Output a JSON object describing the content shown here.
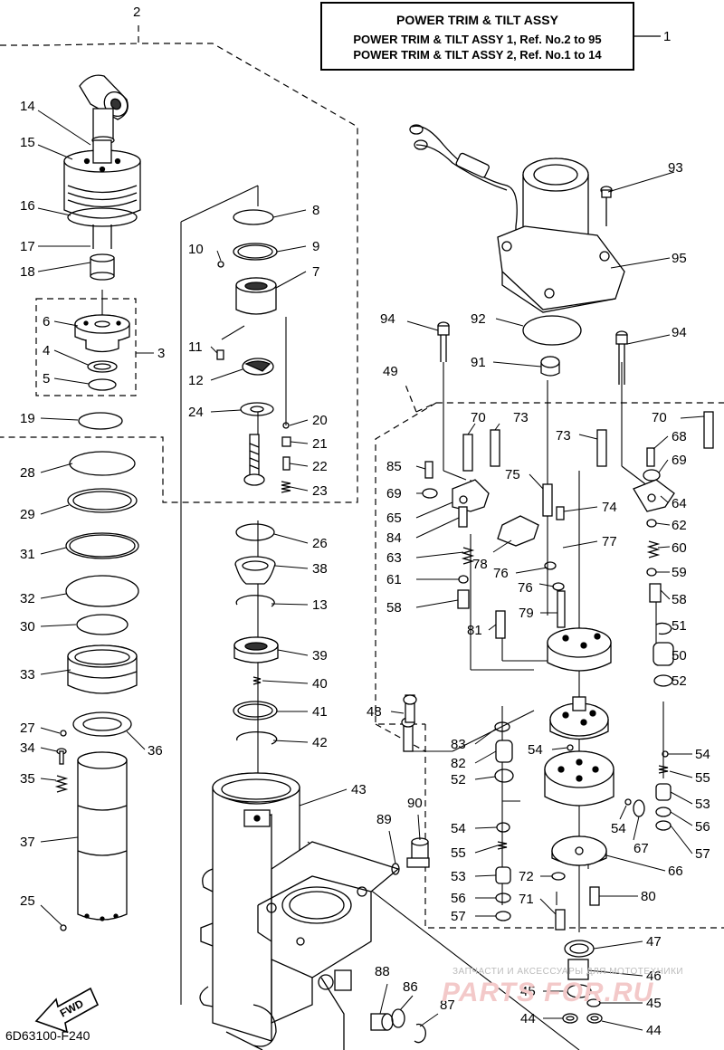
{
  "title_box": {
    "title": "POWER TRIM & TILT ASSY",
    "line1": "POWER TRIM & TILT ASSY 1,  Ref. No.2 to 95",
    "line2": "POWER TRIM & TILT ASSY 2,  Ref. No.1 to 14"
  },
  "diagram_code": "6D63100-F240",
  "fwd_label": "FWD",
  "watermark": {
    "text": "ЗАПЧАСТИ И АКСЕССУАРЫ ДЛЯ МОТОТЕХНИКИ",
    "logo": "PARTS FOR.RU"
  },
  "callouts": [
    {
      "id": "c1",
      "label": "1"
    },
    {
      "id": "c2",
      "label": "2"
    },
    {
      "id": "c3",
      "label": "3"
    },
    {
      "id": "c4",
      "label": "4"
    },
    {
      "id": "c5",
      "label": "5"
    },
    {
      "id": "c6",
      "label": "6"
    },
    {
      "id": "c7",
      "label": "7"
    },
    {
      "id": "c8",
      "label": "8"
    },
    {
      "id": "c9",
      "label": "9"
    },
    {
      "id": "c10",
      "label": "10"
    },
    {
      "id": "c11",
      "label": "11"
    },
    {
      "id": "c12",
      "label": "12"
    },
    {
      "id": "c13",
      "label": "13"
    },
    {
      "id": "c14",
      "label": "14"
    },
    {
      "id": "c15",
      "label": "15"
    },
    {
      "id": "c16",
      "label": "16"
    },
    {
      "id": "c17",
      "label": "17"
    },
    {
      "id": "c18",
      "label": "18"
    },
    {
      "id": "c19",
      "label": "19"
    },
    {
      "id": "c20",
      "label": "20"
    },
    {
      "id": "c21",
      "label": "21"
    },
    {
      "id": "c22",
      "label": "22"
    },
    {
      "id": "c23",
      "label": "23"
    },
    {
      "id": "c24",
      "label": "24"
    },
    {
      "id": "c25",
      "label": "25"
    },
    {
      "id": "c26",
      "label": "26"
    },
    {
      "id": "c27",
      "label": "27"
    },
    {
      "id": "c28",
      "label": "28"
    },
    {
      "id": "c29",
      "label": "29"
    },
    {
      "id": "c30",
      "label": "30"
    },
    {
      "id": "c31",
      "label": "31"
    },
    {
      "id": "c32",
      "label": "32"
    },
    {
      "id": "c33",
      "label": "33"
    },
    {
      "id": "c34",
      "label": "34"
    },
    {
      "id": "c35",
      "label": "35"
    },
    {
      "id": "c36",
      "label": "36"
    },
    {
      "id": "c37",
      "label": "37"
    },
    {
      "id": "c38",
      "label": "38"
    },
    {
      "id": "c39",
      "label": "39"
    },
    {
      "id": "c40",
      "label": "40"
    },
    {
      "id": "c41",
      "label": "41"
    },
    {
      "id": "c42",
      "label": "42"
    },
    {
      "id": "c43",
      "label": "43"
    },
    {
      "id": "c44a",
      "label": "44"
    },
    {
      "id": "c44b",
      "label": "44"
    },
    {
      "id": "c45a",
      "label": "45"
    },
    {
      "id": "c45b",
      "label": "45"
    },
    {
      "id": "c46",
      "label": "46"
    },
    {
      "id": "c47",
      "label": "47"
    },
    {
      "id": "c48",
      "label": "48"
    },
    {
      "id": "c49",
      "label": "49"
    },
    {
      "id": "c50",
      "label": "50"
    },
    {
      "id": "c51",
      "label": "51"
    },
    {
      "id": "c52a",
      "label": "52"
    },
    {
      "id": "c52b",
      "label": "52"
    },
    {
      "id": "c53a",
      "label": "53"
    },
    {
      "id": "c53b",
      "label": "53"
    },
    {
      "id": "c54a",
      "label": "54"
    },
    {
      "id": "c54b",
      "label": "54"
    },
    {
      "id": "c54c",
      "label": "54"
    },
    {
      "id": "c54d",
      "label": "54"
    },
    {
      "id": "c55a",
      "label": "55"
    },
    {
      "id": "c55b",
      "label": "55"
    },
    {
      "id": "c56a",
      "label": "56"
    },
    {
      "id": "c56b",
      "label": "56"
    },
    {
      "id": "c57a",
      "label": "57"
    },
    {
      "id": "c57b",
      "label": "57"
    },
    {
      "id": "c58a",
      "label": "58"
    },
    {
      "id": "c58b",
      "label": "58"
    },
    {
      "id": "c59",
      "label": "59"
    },
    {
      "id": "c60",
      "label": "60"
    },
    {
      "id": "c61",
      "label": "61"
    },
    {
      "id": "c62",
      "label": "62"
    },
    {
      "id": "c63",
      "label": "63"
    },
    {
      "id": "c64",
      "label": "64"
    },
    {
      "id": "c65",
      "label": "65"
    },
    {
      "id": "c66",
      "label": "66"
    },
    {
      "id": "c67",
      "label": "67"
    },
    {
      "id": "c68",
      "label": "68"
    },
    {
      "id": "c69a",
      "label": "69"
    },
    {
      "id": "c69b",
      "label": "69"
    },
    {
      "id": "c70a",
      "label": "70"
    },
    {
      "id": "c70b",
      "label": "70"
    },
    {
      "id": "c71",
      "label": "71"
    },
    {
      "id": "c72",
      "label": "72"
    },
    {
      "id": "c73a",
      "label": "73"
    },
    {
      "id": "c73b",
      "label": "73"
    },
    {
      "id": "c74",
      "label": "74"
    },
    {
      "id": "c75",
      "label": "75"
    },
    {
      "id": "c76a",
      "label": "76"
    },
    {
      "id": "c76b",
      "label": "76"
    },
    {
      "id": "c77",
      "label": "77"
    },
    {
      "id": "c78",
      "label": "78"
    },
    {
      "id": "c79",
      "label": "79"
    },
    {
      "id": "c80",
      "label": "80"
    },
    {
      "id": "c81",
      "label": "81"
    },
    {
      "id": "c82",
      "label": "82"
    },
    {
      "id": "c83",
      "label": "83"
    },
    {
      "id": "c84",
      "label": "84"
    },
    {
      "id": "c85",
      "label": "85"
    },
    {
      "id": "c86",
      "label": "86"
    },
    {
      "id": "c87",
      "label": "87"
    },
    {
      "id": "c88",
      "label": "88"
    },
    {
      "id": "c89",
      "label": "89"
    },
    {
      "id": "c90",
      "label": "90"
    },
    {
      "id": "c91",
      "label": "91"
    },
    {
      "id": "c92",
      "label": "92"
    },
    {
      "id": "c93",
      "label": "93"
    },
    {
      "id": "c94a",
      "label": "94"
    },
    {
      "id": "c94b",
      "label": "94"
    },
    {
      "id": "c95",
      "label": "95"
    }
  ]
}
